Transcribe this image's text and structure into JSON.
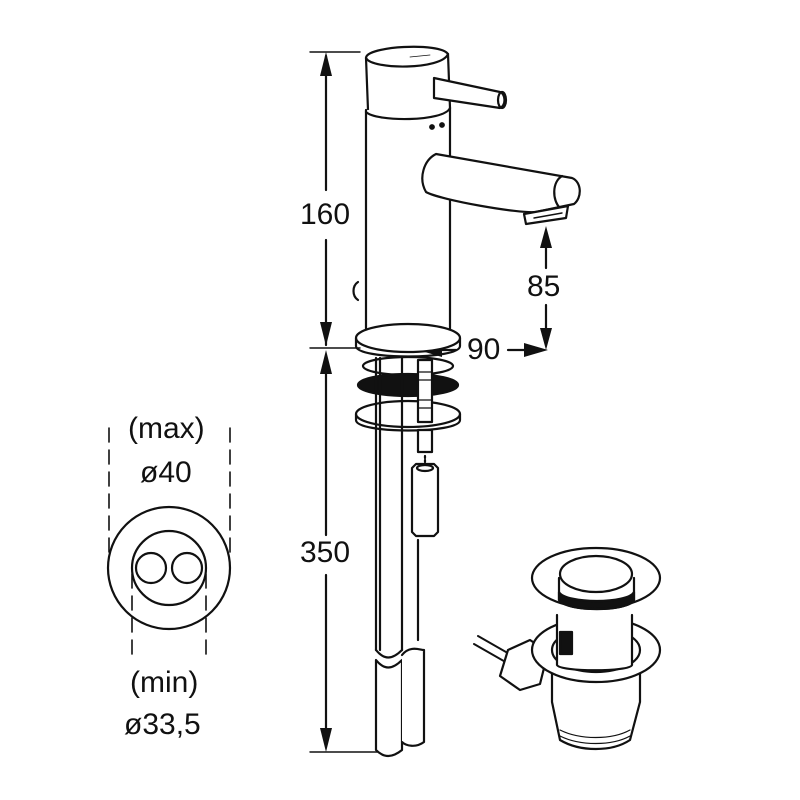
{
  "diagram": {
    "type": "technical-dimension-drawing",
    "subject": "single-lever basin mixer faucet with pop-up waste",
    "colors": {
      "line": "#111111",
      "background": "#ffffff"
    }
  },
  "dimensions": {
    "faucet_height": "160",
    "spout_clearance": "85",
    "spout_reach": "90",
    "supply_length": "350"
  },
  "hole_detail": {
    "max_label": "(max)",
    "max_value": "ø40",
    "min_label": "(min)",
    "min_value": "ø33,5"
  }
}
